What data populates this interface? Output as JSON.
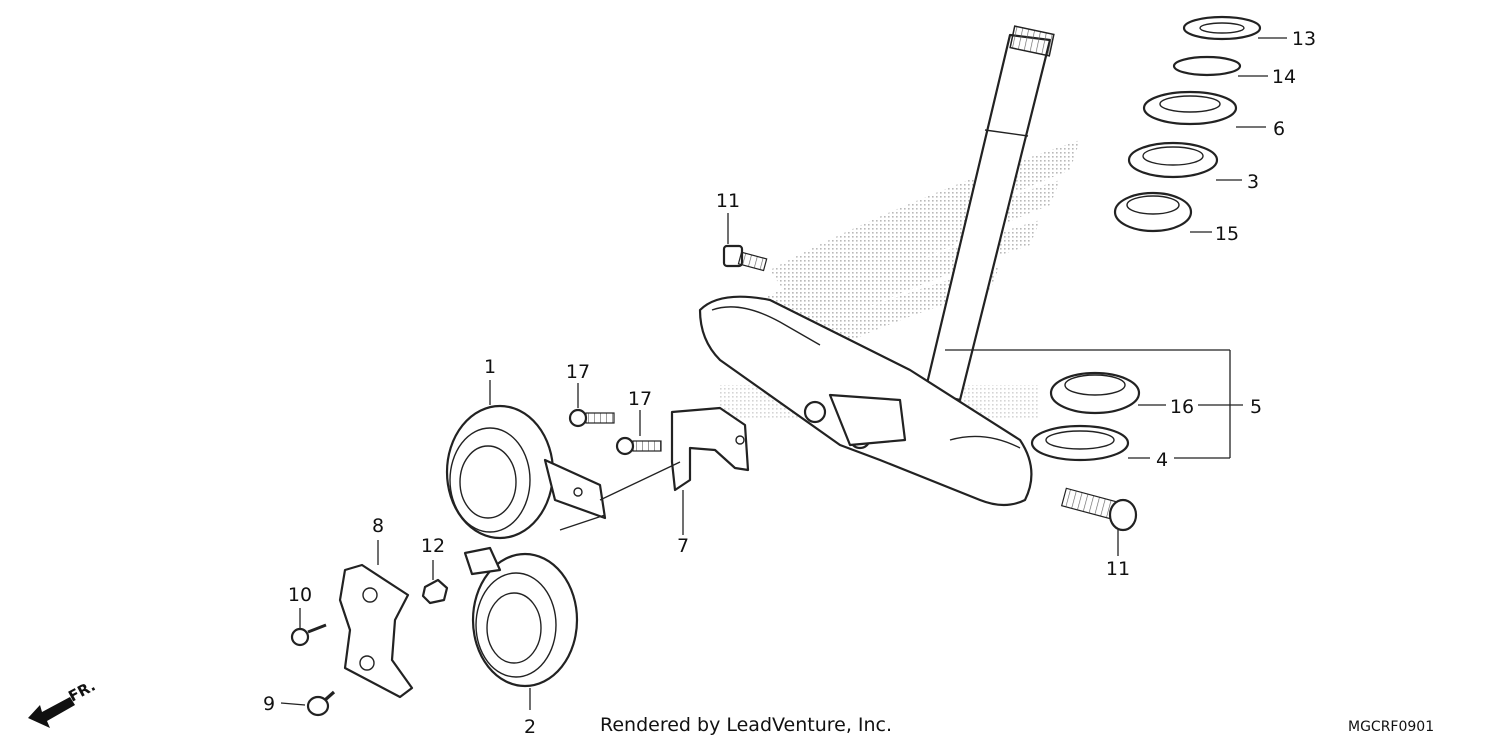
{
  "diagram": {
    "callouts": {
      "c1": "1",
      "c2": "2",
      "c3": "3",
      "c4": "4",
      "c5": "5",
      "c6": "6",
      "c7": "7",
      "c8": "8",
      "c9": "9",
      "c10": "10",
      "c11a": "11",
      "c11b": "11",
      "c12": "12",
      "c13": "13",
      "c14": "14",
      "c15": "15",
      "c16": "16",
      "c17a": "17",
      "c17b": "17"
    },
    "direction_marker": "FR.",
    "footer_text": "Rendered by LeadVenture, Inc.",
    "diagram_code": "MGCRF0901"
  }
}
